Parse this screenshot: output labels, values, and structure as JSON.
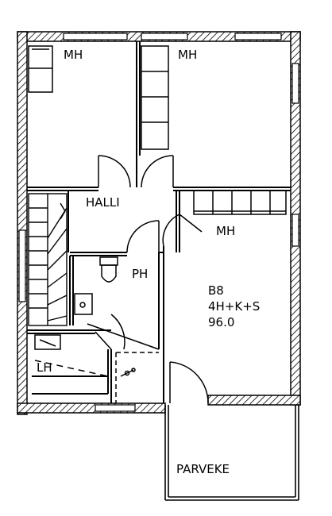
{
  "rooms": {
    "bedroom_1": "MH",
    "bedroom_2": "MH",
    "bedroom_3": "MH",
    "hall": "HALLI",
    "bathroom": "PH",
    "laundry": "LH",
    "balcony": "PARVEKE"
  },
  "unit": {
    "id": "B8",
    "type": "4H+K+S",
    "area": "96.0"
  },
  "colors": {
    "ink": "#000000",
    "paper": "#ffffff"
  }
}
